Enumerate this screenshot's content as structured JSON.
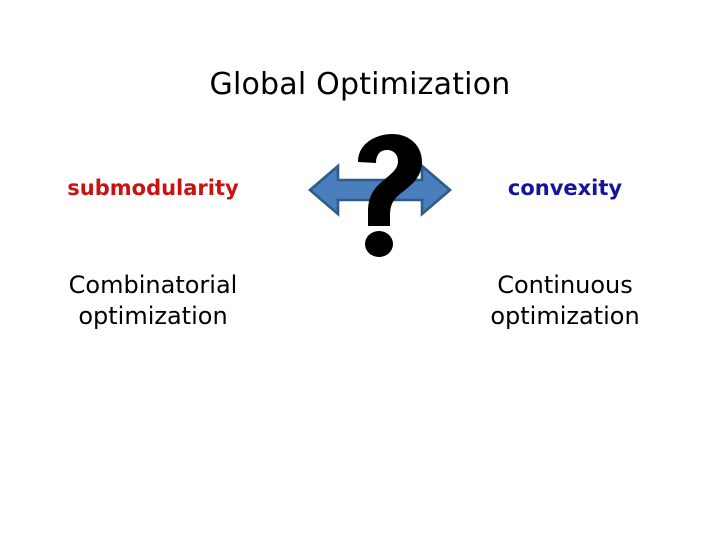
{
  "slide": {
    "title": "Global Optimization",
    "background_color": "#FFFFFF"
  },
  "concepts": {
    "left": {
      "label": "submodularity",
      "color": "#CC1111"
    },
    "right": {
      "label": "convexity",
      "color": "#1414A0"
    }
  },
  "relation": {
    "icon": "double-headed-arrow-with-question-mark",
    "question_mark": "?",
    "arrow_fill_color": "#4A7EBC",
    "arrow_stroke_color": "#2E5C8A",
    "question_mark_color": "#000000"
  },
  "domains": {
    "left": {
      "line1": "Combinatorial",
      "line2": "optimization"
    },
    "right": {
      "line1": "Continuous",
      "line2": "optimization"
    }
  }
}
